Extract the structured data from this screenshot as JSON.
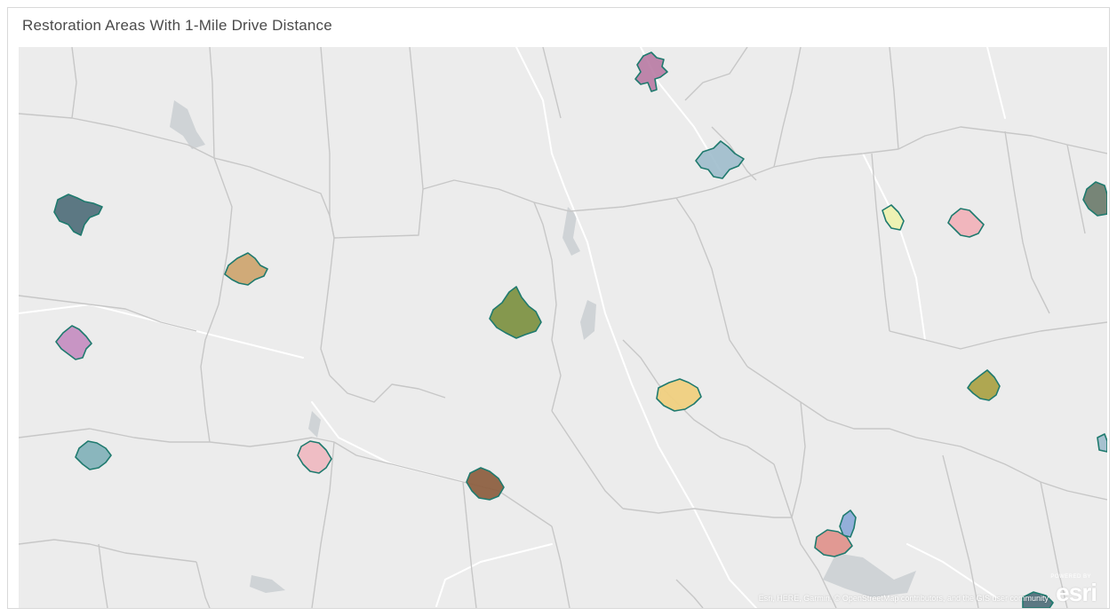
{
  "widget": {
    "title": "Restoration Areas With 1-Mile Drive Distance"
  },
  "map": {
    "attribution": "Esri, HERE, Garmin, © OpenStreetMap contributors, and the GIS user community",
    "logo": {
      "powered_by": "POWERED BY",
      "brand": "esri"
    },
    "colors": {
      "background": "#ececec",
      "boundary": "#c7c7c7",
      "road": "#ffffff",
      "water": "#cfd3d6",
      "area_outline": "#1f7a6e"
    },
    "areas": [
      {
        "name": "pink-purple",
        "fill": "#b87aa3"
      },
      {
        "name": "light-blue",
        "fill": "#9fbccc"
      },
      {
        "name": "dark-slate",
        "fill": "#4d6b78"
      },
      {
        "name": "tan",
        "fill": "#cda36b"
      },
      {
        "name": "olive-green",
        "fill": "#7a8f3d"
      },
      {
        "name": "lilac",
        "fill": "#c48cc0"
      },
      {
        "name": "teal-grey",
        "fill": "#7fb0b8"
      },
      {
        "name": "light-pink",
        "fill": "#f0b8c0"
      },
      {
        "name": "brown",
        "fill": "#8a5a3a"
      },
      {
        "name": "yellow-tan",
        "fill": "#f0d080"
      },
      {
        "name": "pale-yellow",
        "fill": "#eef2b0"
      },
      {
        "name": "rose",
        "fill": "#f2b0b8"
      },
      {
        "name": "olive-yellow",
        "fill": "#a8a040"
      },
      {
        "name": "salmon",
        "fill": "#e0908a"
      },
      {
        "name": "steel-blue",
        "fill": "#8aa8d8"
      },
      {
        "name": "dark-teal-brown",
        "fill": "#6a7a6a"
      }
    ]
  }
}
